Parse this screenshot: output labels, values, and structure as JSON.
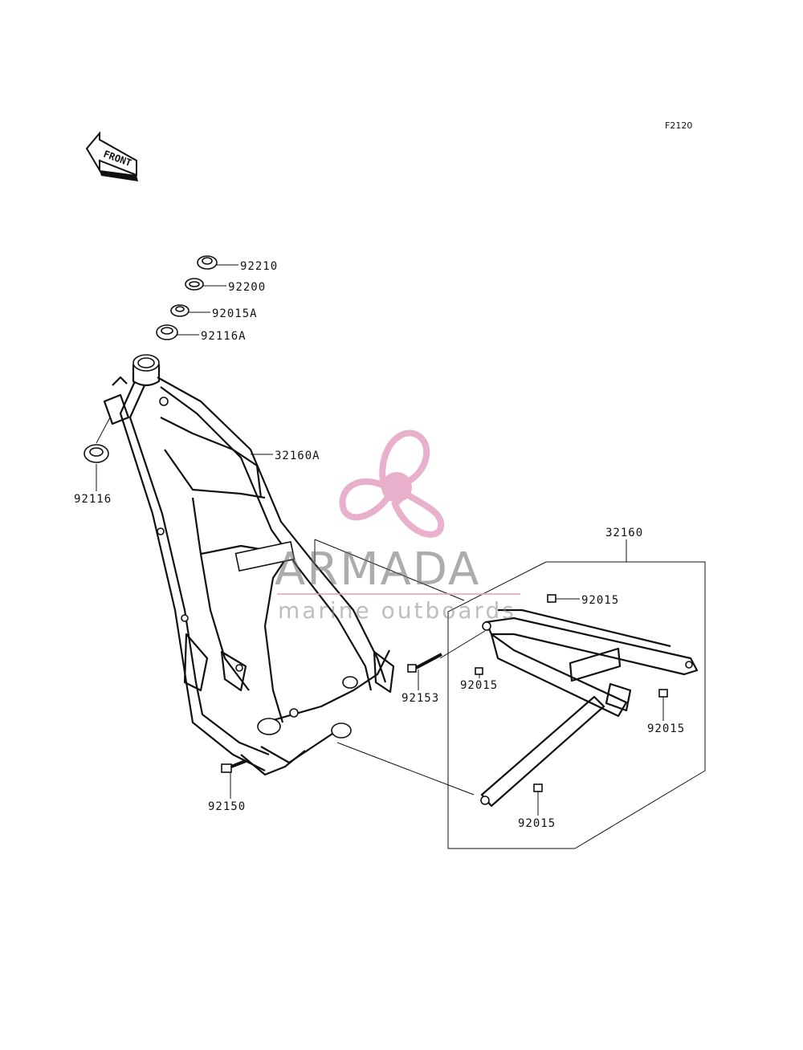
{
  "diagram_code": "F2120",
  "front_label": "FRONT",
  "watermark": {
    "brand": "ARMADA",
    "tagline": "marine outboards",
    "color": "#e6a3c4"
  },
  "parts": {
    "p92210": "92210",
    "p92200": "92200",
    "p92015A": "92015A",
    "p92116A": "92116A",
    "p32160A": "32160A",
    "p92116": "92116",
    "p32160": "32160",
    "p92015_top": "92015",
    "p92153": "92153",
    "p92015_mid": "92015",
    "p92015_right": "92015",
    "p92150": "92150",
    "p92015_bottom": "92015"
  }
}
